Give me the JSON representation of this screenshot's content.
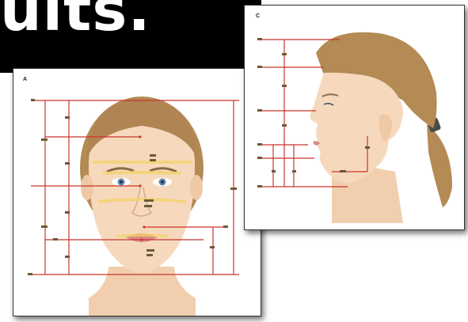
{
  "banner": {
    "text": "ults."
  },
  "figure_a": {
    "label": "A"
  },
  "figure_c": {
    "label": "C"
  },
  "colors": {
    "banner_bg": "#000000",
    "measure_line": "#c9352b",
    "guide_yellow": "#f3d36a",
    "skin": "#f5d6b8",
    "hair": "#b48a55"
  }
}
